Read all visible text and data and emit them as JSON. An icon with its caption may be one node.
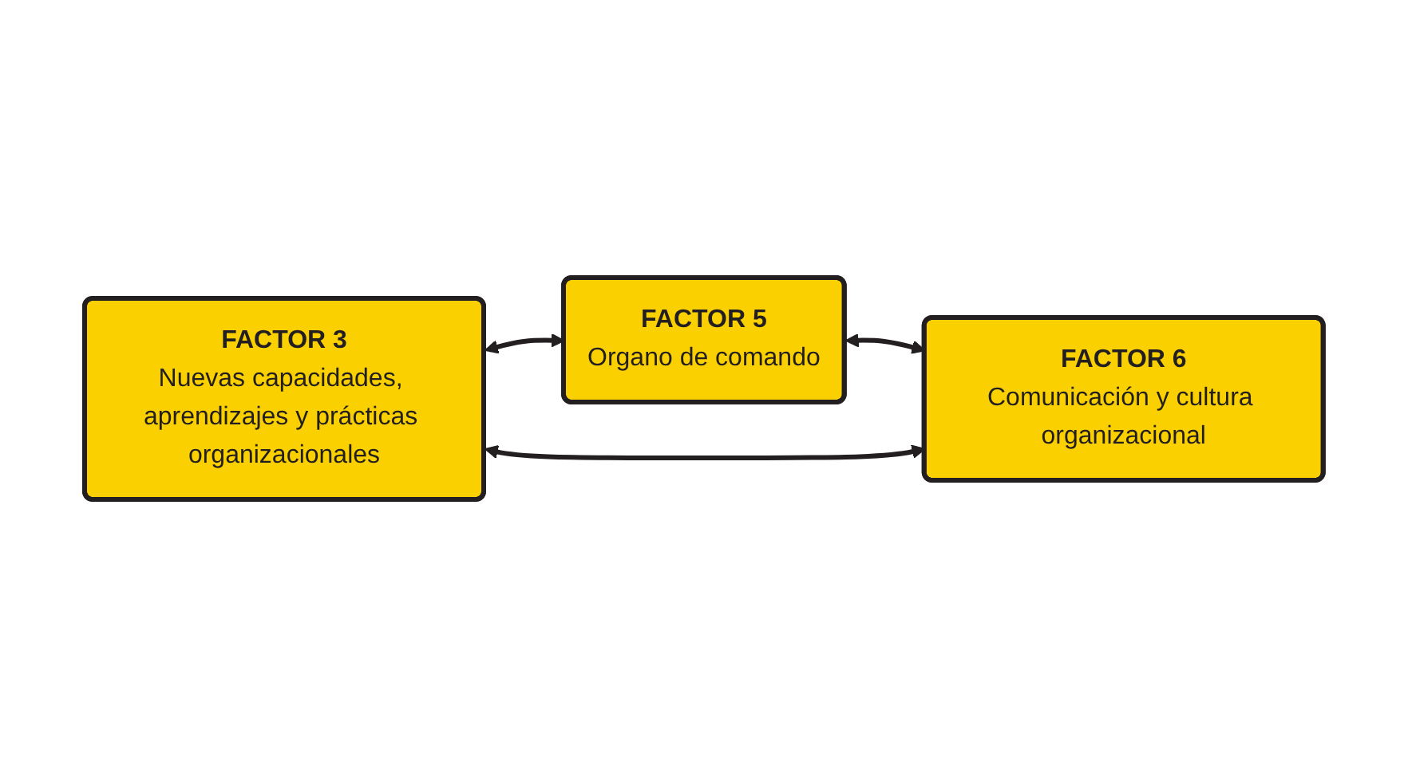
{
  "diagram": {
    "nodes": [
      {
        "text": [
          "FACTOR 3",
          "Nuevas capacidades, aprendizajes y prácticas organizacionales"
        ]
      },
      {
        "text": [
          "FACTOR 5",
          "Organo de comando"
        ]
      },
      {
        "text": [
          "FACTOR 6",
          "Comunicación y cultura organizacional"
        ]
      }
    ],
    "edges": [
      {
        "from": 0,
        "to": 1,
        "arrow": "both"
      },
      {
        "from": 1,
        "to": 2,
        "arrow": "both"
      },
      {
        "from": 0,
        "to": 2,
        "arrow": "both"
      }
    ]
  }
}
